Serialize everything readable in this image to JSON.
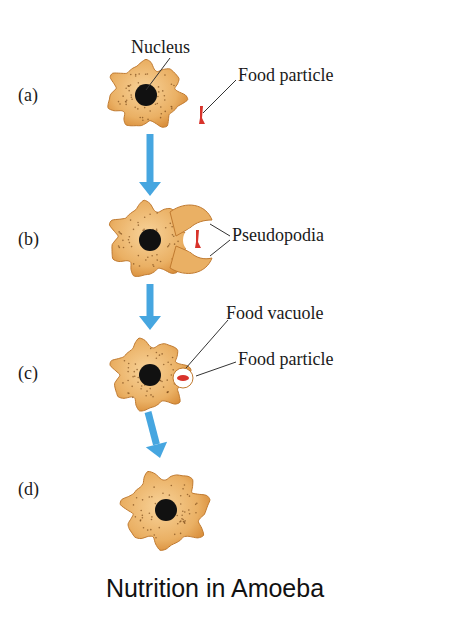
{
  "diagram": {
    "caption": "Nutrition in Amoeba",
    "labels": [
      "Nucleus",
      "Food particle",
      "(a)",
      "(b)",
      "Pseudopodia",
      "(c)",
      "Food vacuole",
      "Food particle",
      "(d)"
    ]
  }
}
